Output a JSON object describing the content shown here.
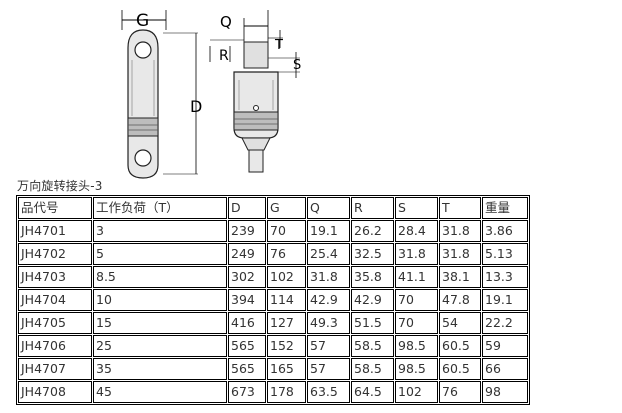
{
  "drawing": {
    "labels": {
      "g": "G",
      "q": "Q",
      "r": "R",
      "t": "T",
      "s": "S",
      "d": "D"
    }
  },
  "caption": "万向旋转接头-3",
  "table": {
    "headers": [
      "品代号",
      "工作负荷（T）",
      "D",
      "G",
      "Q",
      "R",
      "S",
      "T",
      "重量"
    ],
    "rows": [
      [
        "JH4701",
        "3",
        "239",
        "70",
        "19.1",
        "26.2",
        "28.4",
        "31.8",
        "3.86"
      ],
      [
        "JH4702",
        "5",
        "249",
        "76",
        "25.4",
        "32.5",
        "31.8",
        "31.8",
        "5.13"
      ],
      [
        "JH4703",
        "8.5",
        "302",
        "102",
        "31.8",
        "35.8",
        "41.1",
        "38.1",
        "13.3"
      ],
      [
        "JH4704",
        "10",
        "394",
        "114",
        "42.9",
        "42.9",
        "70",
        "47.8",
        "19.1"
      ],
      [
        "JH4705",
        "15",
        "416",
        "127",
        "49.3",
        "51.5",
        "70",
        "54",
        "22.2"
      ],
      [
        "JH4706",
        "25",
        "565",
        "152",
        "57",
        "58.5",
        "98.5",
        "60.5",
        "59"
      ],
      [
        "JH4707",
        "35",
        "565",
        "165",
        "57",
        "58.5",
        "98.5",
        "60.5",
        "66"
      ],
      [
        "JH4708",
        "45",
        "673",
        "178",
        "63.5",
        "64.5",
        "102",
        "76",
        "98"
      ]
    ]
  }
}
